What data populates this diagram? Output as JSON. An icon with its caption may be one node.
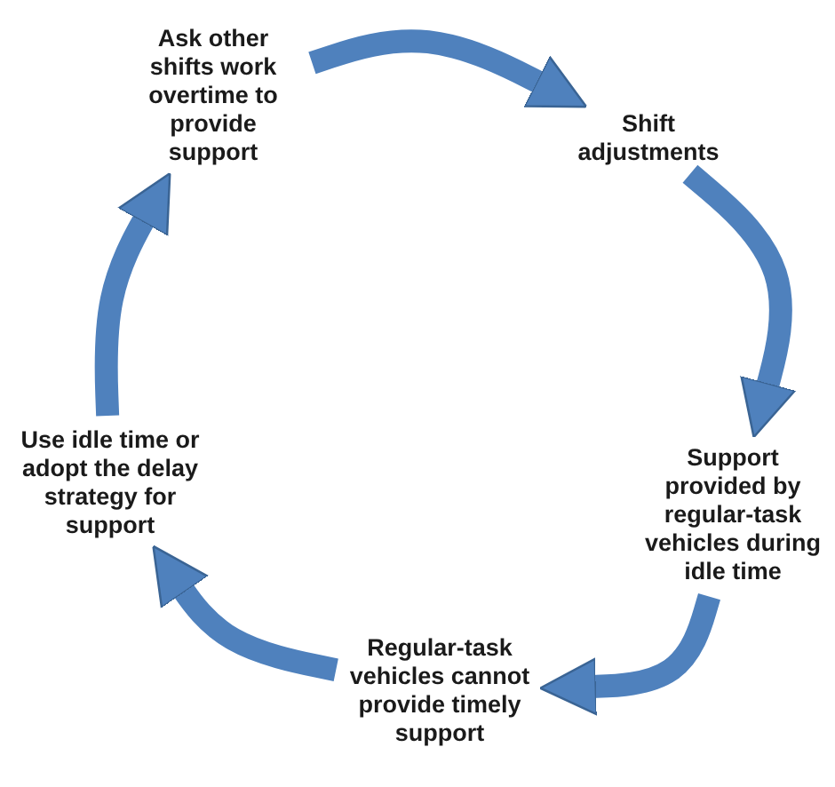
{
  "diagram": {
    "nodes": [
      {
        "text": [
          "Ask other shifts work overtime to provide support"
        ]
      },
      {
        "text": [
          "Shift adjustments"
        ]
      },
      {
        "text": [
          "Support provided by regular-task vehicles during idle time"
        ]
      },
      {
        "text": [
          "Regular-task vehicles cannot provide timely support"
        ]
      },
      {
        "text": [
          "Use idle time or adopt the delay strategy for support"
        ]
      }
    ],
    "edges": [
      {
        "from": 0,
        "to": 1,
        "arrow": "to"
      },
      {
        "from": 1,
        "to": 2,
        "arrow": "to"
      },
      {
        "from": 2,
        "to": 3,
        "arrow": "to"
      },
      {
        "from": 3,
        "to": 4,
        "arrow": "to"
      },
      {
        "from": 4,
        "to": 0,
        "arrow": "to"
      }
    ]
  }
}
